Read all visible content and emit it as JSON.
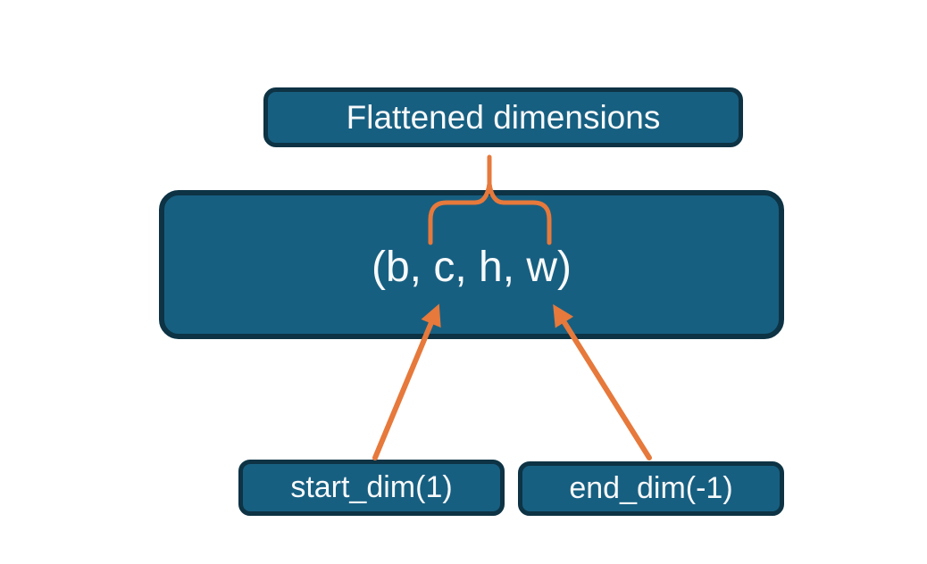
{
  "diagram": {
    "title_box": {
      "label": "Flattened dimensions"
    },
    "tensor_box": {
      "label": "(b, c, h, w)"
    },
    "param_boxes": [
      {
        "id": "start_dim",
        "label": "start_dim(1)"
      },
      {
        "id": "end_dim",
        "label": "end_dim(-1)"
      }
    ],
    "connectors": [
      {
        "name": "brace",
        "meaning": "groups dimensions c, h, w under 'Flattened dimensions'"
      },
      {
        "name": "start-dim-arrow",
        "meaning": "start_dim(1) points to dimension c"
      },
      {
        "name": "end-dim-arrow",
        "meaning": "end_dim(-1) points to dimension w"
      }
    ]
  },
  "colors": {
    "background": "#FFFFFF",
    "node_fill": "#175F81",
    "node_border": "#0D3344",
    "accent": "#E6793B",
    "text": "#F7F9FA"
  }
}
